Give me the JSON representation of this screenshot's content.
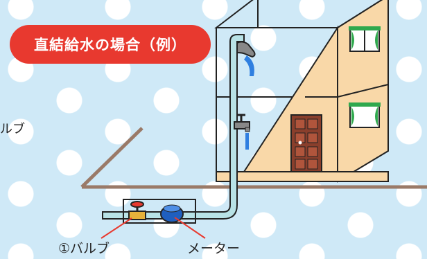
{
  "banner": {
    "title": "直結給水の場合（例）"
  },
  "labels": {
    "left_fragment": "ルブ",
    "valve": "①バルブ",
    "meter": "メーター"
  },
  "colors": {
    "sky": "#cfe9f7",
    "banner": "#e8392f",
    "pipe": "#b8e2e6",
    "wall": "#f9d8a8",
    "ground": "#9a7a68",
    "door": "#8a3f2c",
    "window_curtain": "#2fa84d",
    "meter": "#1f5fbf",
    "water": "#2f7fe0",
    "valve_handle": "#e8392f",
    "leader_line": "#e8392f"
  }
}
